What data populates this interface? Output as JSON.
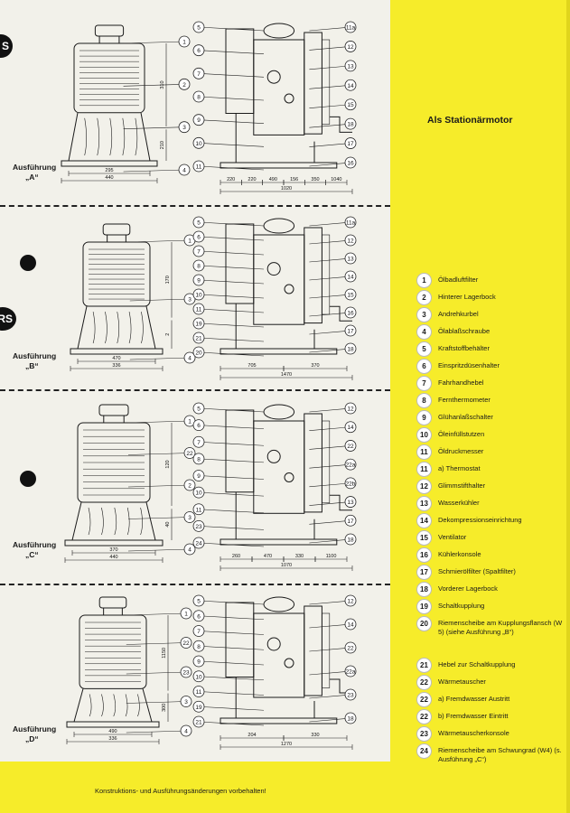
{
  "heading": "Als Stationärmotor",
  "footer": "Konstruktions- und Ausführungsänderungen vorbehalten!",
  "edge_tabs": [
    "S",
    "RS"
  ],
  "variants": [
    {
      "line1": "Ausführung",
      "line2": "„A“",
      "callouts_left": [
        "1",
        "2",
        "3",
        "4"
      ],
      "callouts_mid": [
        "5",
        "6",
        "7",
        "8",
        "9",
        "10",
        "11"
      ],
      "callouts_right": [
        "11a",
        "12",
        "13",
        "14",
        "15",
        "18",
        "17",
        "16"
      ],
      "dims": [
        "440",
        "295",
        "220",
        "220",
        "490",
        "156",
        "350",
        "1040",
        "1020",
        "310",
        "210"
      ]
    },
    {
      "line1": "Ausführung",
      "line2": "„B“",
      "callouts_left": [
        "1",
        "3",
        "4"
      ],
      "callouts_mid": [
        "5",
        "6",
        "7",
        "8",
        "9",
        "10",
        "11",
        "19",
        "21",
        "20"
      ],
      "callouts_right": [
        "11a",
        "12",
        "13",
        "14",
        "15",
        "16",
        "17",
        "18"
      ],
      "dims": [
        "336",
        "470",
        "705",
        "370",
        "1470",
        "170",
        "2"
      ]
    },
    {
      "line1": "Ausführung",
      "line2": "„C“",
      "callouts_left": [
        "1",
        "22",
        "2",
        "3",
        "4"
      ],
      "callouts_mid": [
        "5",
        "6",
        "7",
        "8",
        "9",
        "10",
        "11",
        "23",
        "24"
      ],
      "callouts_right": [
        "12",
        "14",
        "22",
        "22a",
        "22b",
        "13",
        "17",
        "18"
      ],
      "dims": [
        "440",
        "370",
        "260",
        "470",
        "330",
        "1100",
        "1070",
        "120",
        "40"
      ]
    },
    {
      "line1": "Ausführung",
      "line2": "„D“",
      "callouts_left": [
        "1",
        "22",
        "23",
        "3",
        "4"
      ],
      "callouts_mid": [
        "5",
        "6",
        "7",
        "8",
        "9",
        "10",
        "11",
        "19",
        "21"
      ],
      "callouts_right": [
        "12",
        "14",
        "22",
        "22a",
        "23",
        "18"
      ],
      "dims": [
        "336",
        "490",
        "204",
        "330",
        "1270",
        "1150",
        "300"
      ]
    }
  ],
  "legend": [
    {
      "n": "1",
      "t": "Ölbadluftfilter"
    },
    {
      "n": "2",
      "t": "Hinterer Lagerbock"
    },
    {
      "n": "3",
      "t": "Andrehkurbel"
    },
    {
      "n": "4",
      "t": "Ölablaßschraube"
    },
    {
      "n": "5",
      "t": "Kraftstoffbehälter"
    },
    {
      "n": "6",
      "t": "Einspritzdüsenhalter"
    },
    {
      "n": "7",
      "t": "Fahrhandhebel"
    },
    {
      "n": "8",
      "t": "Fernthermometer"
    },
    {
      "n": "9",
      "t": "Glühanlaßschalter"
    },
    {
      "n": "10",
      "t": "Öleinfüllstutzen"
    },
    {
      "n": "11",
      "t": "Öldruckmesser"
    },
    {
      "n": "11",
      "t": "a) Thermostat"
    },
    {
      "n": "12",
      "t": "Glimmstifthalter"
    },
    {
      "n": "13",
      "t": "Wasserkühler"
    },
    {
      "n": "14",
      "t": "Dekompressionseinrichtung"
    },
    {
      "n": "15",
      "t": "Ventilator"
    },
    {
      "n": "16",
      "t": "Kühlerkonsole"
    },
    {
      "n": "17",
      "t": "Schmierölfilter (Spaltfilter)"
    },
    {
      "n": "18",
      "t": "Vorderer Lagerbock"
    },
    {
      "n": "19",
      "t": "Schaltkupplung"
    },
    {
      "n": "20",
      "t": "Riemenscheibe am Kupplungsflansch (W 5) (siehe Ausführung „B“)"
    },
    {
      "n": "21",
      "t": "Hebel zur Schaltkupplung"
    },
    {
      "n": "22",
      "t": "Wärmetauscher"
    },
    {
      "n": "22",
      "t": "a) Fremdwasser Austritt"
    },
    {
      "n": "22",
      "t": "b) Fremdwasser Eintritt"
    },
    {
      "n": "23",
      "t": "Wärmetauscherkonsole"
    },
    {
      "n": "24",
      "t": "Riemenscheibe am Schwungrad (W4) (s. Ausführung „C“)"
    }
  ]
}
